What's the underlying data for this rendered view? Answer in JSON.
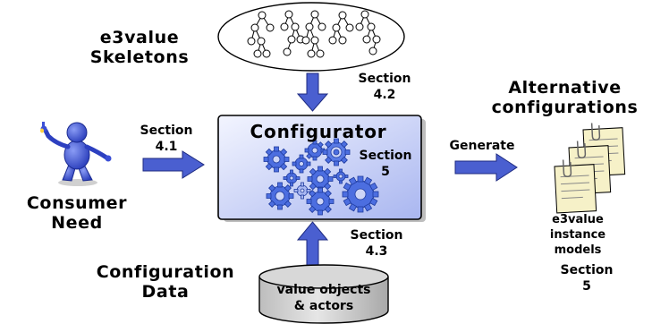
{
  "skeletons": {
    "title_line1": "e3value",
    "title_line2": "Skeletons"
  },
  "configurator": {
    "title": "Configurator",
    "section": [
      "Section",
      "5"
    ]
  },
  "consumer": {
    "line1": "Consumer",
    "line2": "Need"
  },
  "config_data": {
    "line1": "Configuration",
    "line2": "Data"
  },
  "database": {
    "line1": "value objects",
    "line2": "& actors"
  },
  "alternatives": {
    "line1": "Alternative",
    "line2": "configurations"
  },
  "instance": {
    "line1": "e3value",
    "line2": "instance",
    "line3": "models"
  },
  "generate_label": "Generate",
  "sections": {
    "s41": [
      "Section",
      "4.1"
    ],
    "s42": [
      "Section",
      "4.2"
    ],
    "s43": [
      "Section",
      "4.3"
    ],
    "s5": [
      "Section",
      "5"
    ]
  },
  "colors": {
    "arrow": "#4a5fd0",
    "configurator_fill": "#cdd5f7",
    "gear": "#4c6ee0",
    "person": "#3b4fd6",
    "database": "#d4d4d4",
    "paper": "#f6f1c8"
  }
}
